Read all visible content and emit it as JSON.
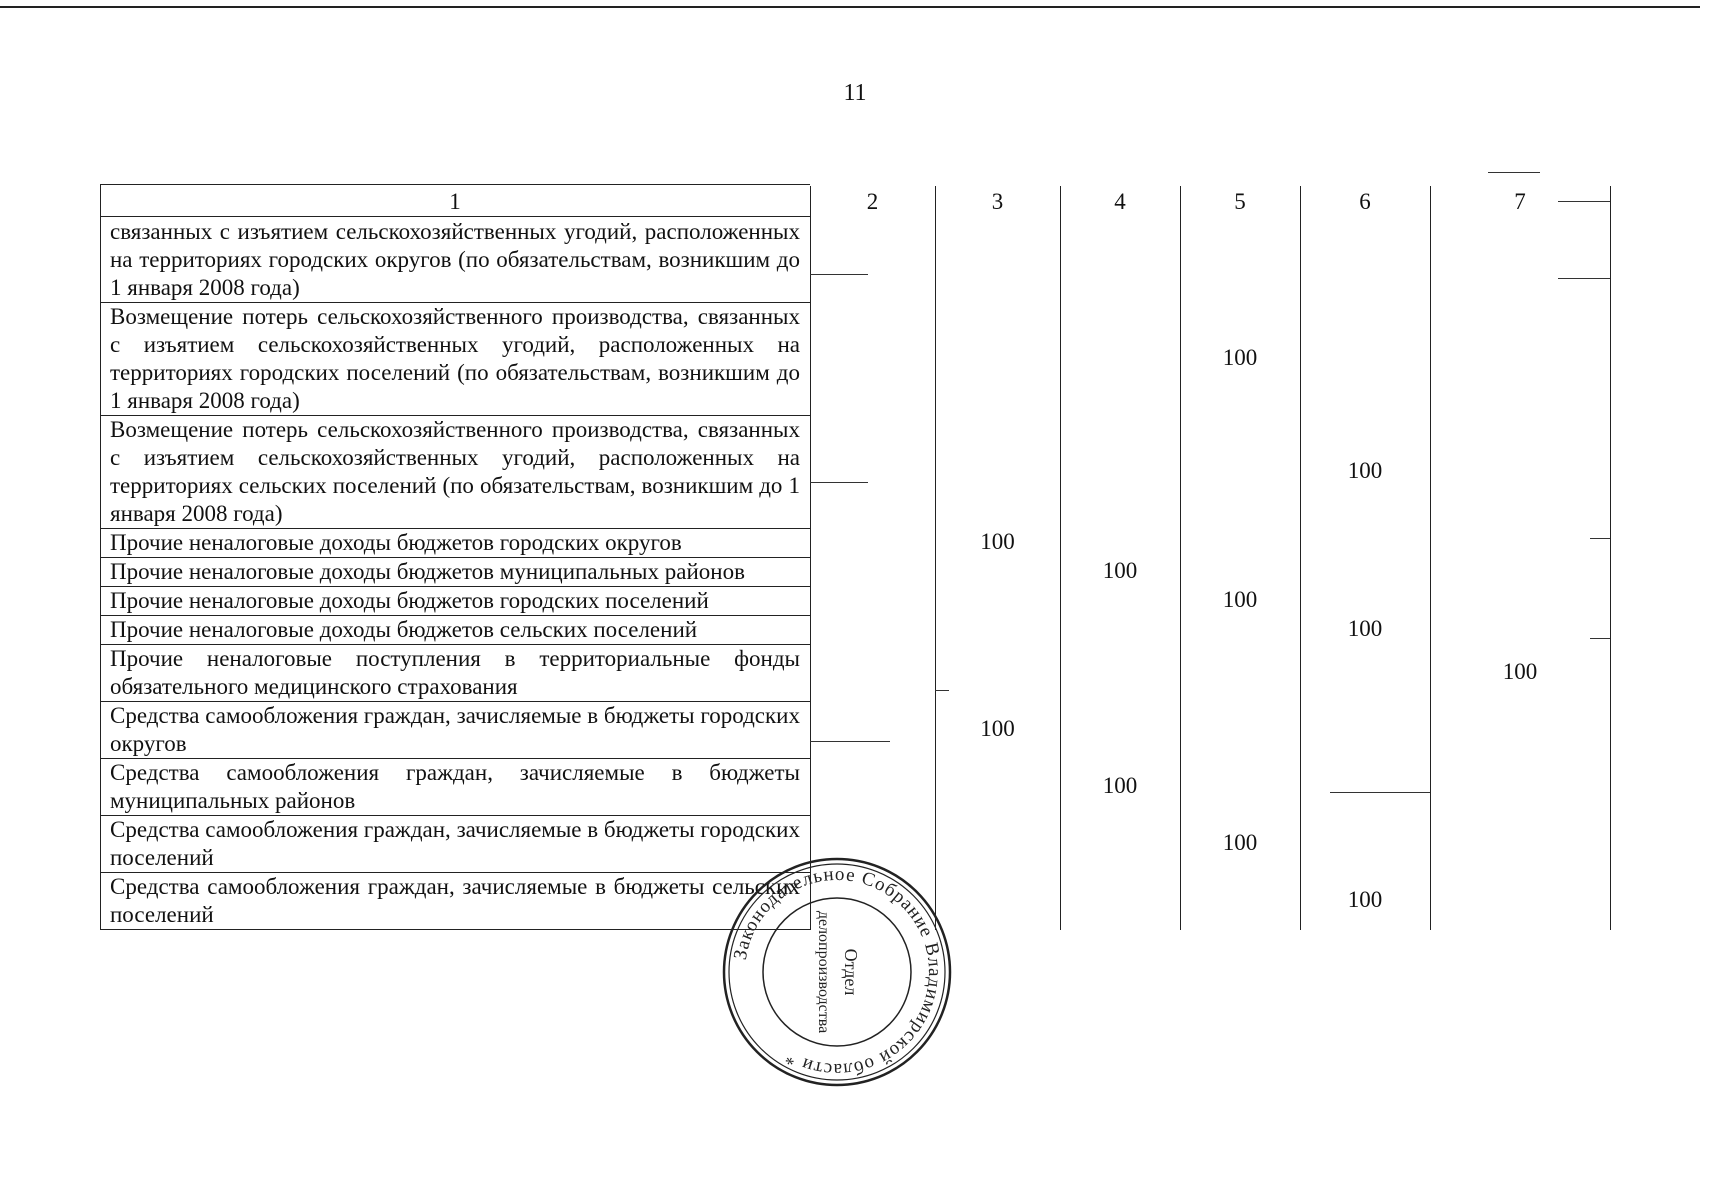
{
  "page_number": "11",
  "table": {
    "header": [
      "1",
      "2",
      "3",
      "4",
      "5",
      "6",
      "7"
    ],
    "rows": [
      {
        "text": "связанных с изъятием сельскохозяйственных угодий, расположенных на территориях городских округов (по обязательствам, возникшим до 1 января 2008 года)",
        "col": null,
        "value": ""
      },
      {
        "text": "Возмещение потерь сельскохозяйственного производства, связанных с изъятием сельскохозяйственных угодий, расположенных на территориях городских поселений (по обязательствам, возникшим до 1 января 2008 года)",
        "col": 5,
        "value": "100"
      },
      {
        "text": "Возмещение потерь сельскохозяйственного производства, связанных с изъятием сельскохозяйственных угодий, расположенных на территориях сельских поселений (по обязательствам, возникшим до 1 января 2008 года)",
        "col": 6,
        "value": "100"
      },
      {
        "text": "Прочие неналоговые доходы бюджетов городских округов",
        "col": 3,
        "value": "100"
      },
      {
        "text": "Прочие неналоговые доходы бюджетов муниципальных районов",
        "col": 4,
        "value": "100"
      },
      {
        "text": "Прочие неналоговые доходы бюджетов городских поселений",
        "col": 5,
        "value": "100"
      },
      {
        "text": "Прочие неналоговые доходы бюджетов сельских поселений",
        "col": 6,
        "value": "100"
      },
      {
        "text": "Прочие неналоговые поступления в территориальные фонды обязательного медицинского страхования",
        "col": 7,
        "value": "100"
      },
      {
        "text": "Средства самообложения граждан, зачисляемые в бюджеты городских округов",
        "col": 3,
        "value": "100"
      },
      {
        "text": "Средства самообложения граждан, зачисляемые в бюджеты муниципальных районов",
        "col": 4,
        "value": "100"
      },
      {
        "text": "Средства самообложения граждан, зачисляемые в бюджеты городских поселений",
        "col": 5,
        "value": "100"
      },
      {
        "text": "Средства самообложения граждан, зачисляемые в бюджеты сельских поселений",
        "col": 6,
        "value": "100"
      }
    ]
  },
  "stamp": {
    "outer_text": "Законодательное Собрание Владимирской области *",
    "inner_line1": "Отдел",
    "inner_line2": "делопроизводства"
  }
}
